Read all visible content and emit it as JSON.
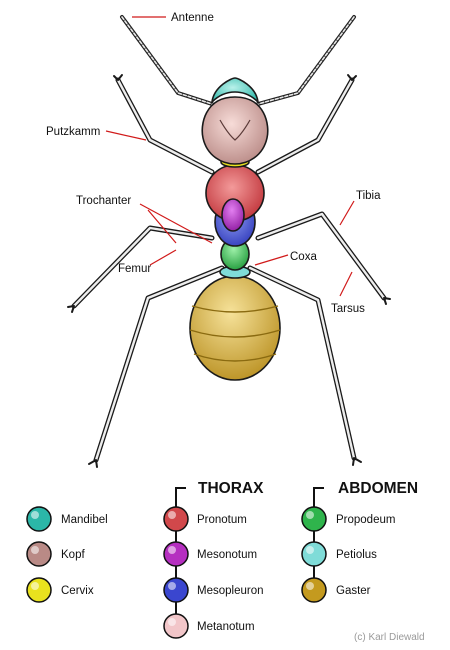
{
  "labels": {
    "antenne": "Antenne",
    "putzkamm": "Putzkamm",
    "trochanter": "Trochanter",
    "femur": "Femur",
    "tibia": "Tibia",
    "coxa": "Coxa",
    "tarsus": "Tarsus"
  },
  "headers": {
    "thorax": "THORAX",
    "abdomen": "ABDOMEN"
  },
  "legend": {
    "head": [
      {
        "label": "Mandibel",
        "color": "#2bb7a8"
      },
      {
        "label": "Kopf",
        "color": "#b98a86"
      },
      {
        "label": "Cervix",
        "color": "#e9e21e"
      }
    ],
    "thorax": [
      {
        "label": "Pronotum",
        "color": "#d1484b"
      },
      {
        "label": "Mesonotum",
        "color": "#b52fc0"
      },
      {
        "label": "Mesopleuron",
        "color": "#3a46cf"
      },
      {
        "label": "Metanotum",
        "color": "#f2c6c9"
      }
    ],
    "abdomen": [
      {
        "label": "Propodeum",
        "color": "#2fb44c"
      },
      {
        "label": "Petiolus",
        "color": "#7fdcd8"
      },
      {
        "label": "Gaster",
        "color": "#c49a1f"
      }
    ]
  },
  "copyright": "(c) Karl Diewald"
}
